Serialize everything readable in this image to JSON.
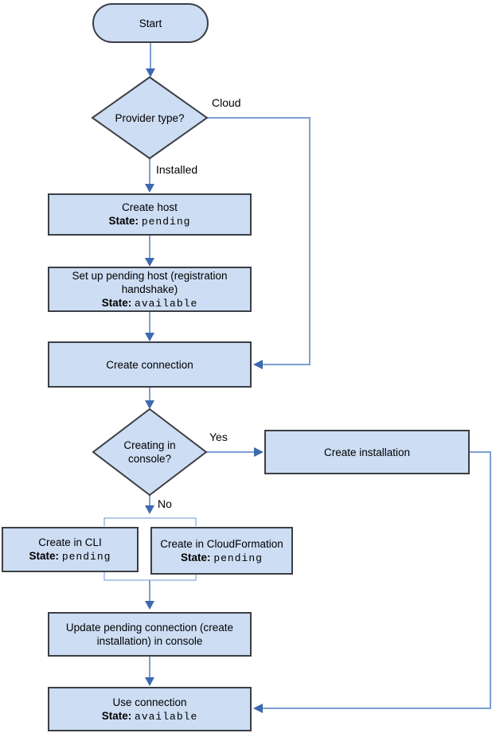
{
  "nodes": {
    "start": {
      "label": "Start"
    },
    "provider_type": {
      "label": "Provider type?"
    },
    "create_host": {
      "label": "Create host",
      "state_label": "State:",
      "state_value": "pending"
    },
    "setup_host": {
      "label": "Set up pending host (registration handshake)",
      "state_label": "State:",
      "state_value": "available"
    },
    "create_connection": {
      "label": "Create connection"
    },
    "creating_in_console": {
      "label": "Creating in console?"
    },
    "create_installation": {
      "label": "Create installation"
    },
    "create_in_cli": {
      "label": "Create in CLI",
      "state_label": "State:",
      "state_value": "pending"
    },
    "create_in_cloudformation": {
      "label": "Create in CloudFormation",
      "state_label": "State:",
      "state_value": "pending"
    },
    "update_pending_connection": {
      "label": "Update pending connection (create installation) in console"
    },
    "use_connection": {
      "label": "Use connection",
      "state_label": "State:",
      "state_value": "available"
    }
  },
  "edge_labels": {
    "cloud": "Cloud",
    "installed": "Installed",
    "yes": "Yes",
    "no": "No"
  },
  "colors": {
    "node_fill": "#cdddf3",
    "node_border": "#3b3f45",
    "connector": "#7d9fd3",
    "arrowhead": "#3c69b0",
    "bracket": "#9cb8e2"
  }
}
